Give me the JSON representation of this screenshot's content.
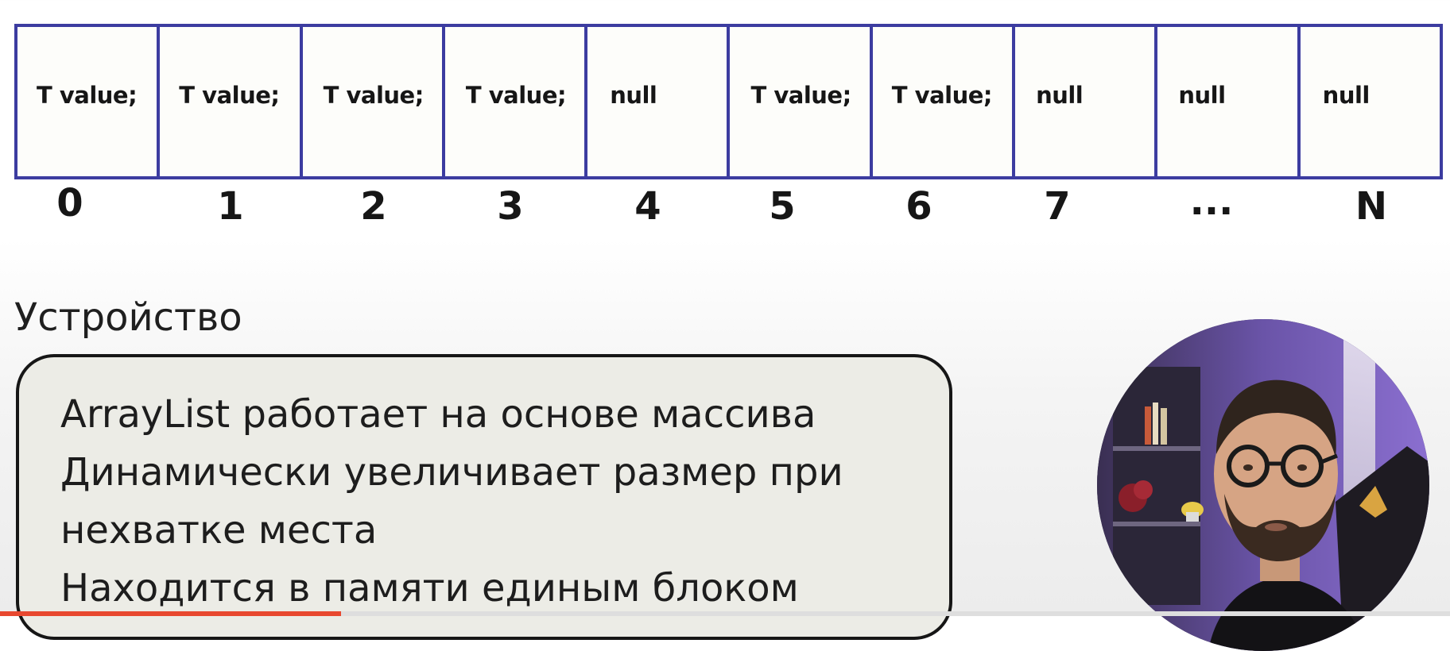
{
  "array": {
    "cells": [
      "T value;",
      "T value;",
      "T value;",
      "T value;",
      "null",
      "T value;",
      "T value;",
      "null",
      "null",
      "null"
    ],
    "indices": [
      "0",
      "1",
      "2",
      "3",
      "4",
      "5",
      "6",
      "7",
      "...",
      "N"
    ]
  },
  "section": {
    "title": "Устройство"
  },
  "info": {
    "lines": [
      "ArrayList работает на основе массива",
      "Динамически увеличивает размер при",
      "нехватке места",
      "Находится в памяти единым блоком"
    ]
  },
  "video": {
    "progress": 0.235
  },
  "colors": {
    "cell_border": "#3c3ca0",
    "progress": "#e8482f",
    "box_bg": "#ecece6"
  }
}
